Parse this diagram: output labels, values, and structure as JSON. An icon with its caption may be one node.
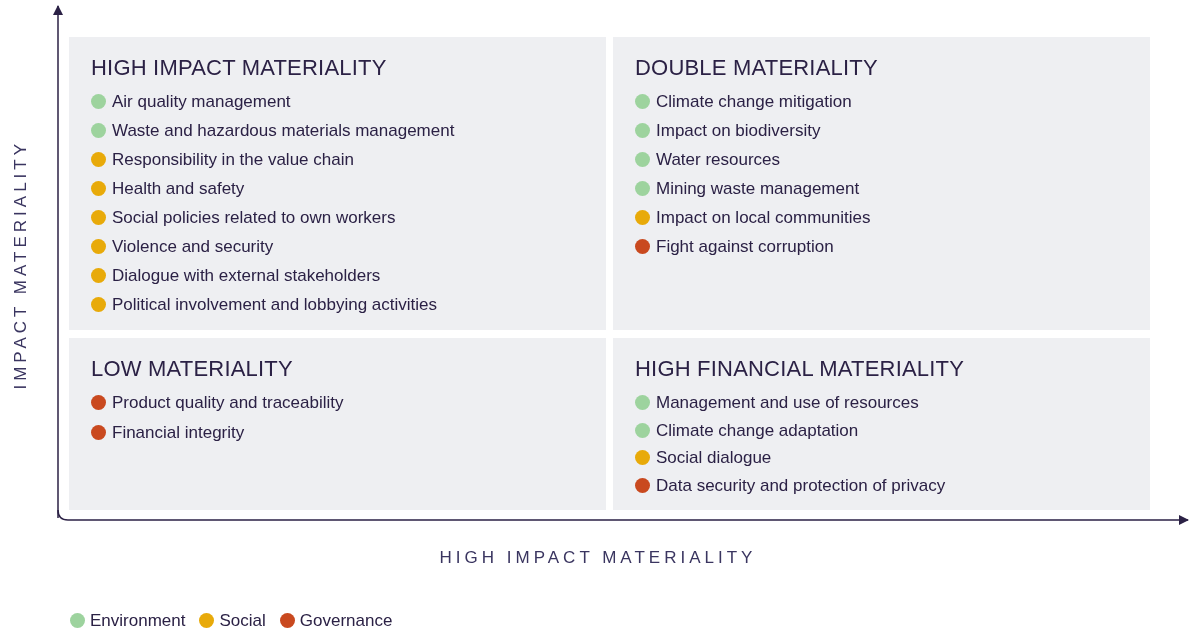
{
  "diagram": {
    "nodes": [
      {
        "text": [
          "HIGH IMPACT MATERIALITY"
        ]
      },
      {
        "text": [
          "Air quality management"
        ],
        "in": 0
      },
      {
        "text": [
          "Waste and hazardous materials management"
        ],
        "in": 0
      },
      {
        "text": [
          "Responsibility in the value chain"
        ],
        "in": 0
      },
      {
        "text": [
          "Health and safety"
        ],
        "in": 0
      },
      {
        "text": [
          "Social policies related to own workers"
        ],
        "in": 0
      },
      {
        "text": [
          "Violence and security"
        ],
        "in": 0
      },
      {
        "text": [
          "Dialogue with external stakeholders"
        ],
        "in": 0
      },
      {
        "text": [
          "Political involvement and lobbying activities"
        ],
        "in": 0
      },
      {
        "text": [
          "DOUBLE MATERIALITY"
        ]
      },
      {
        "text": [
          "Climate change mitigation"
        ],
        "in": 9
      },
      {
        "text": [
          "Impact on biodiversity"
        ],
        "in": 9
      },
      {
        "text": [
          "Water resources"
        ],
        "in": 9
      },
      {
        "text": [
          "Mining waste management"
        ],
        "in": 9
      },
      {
        "text": [
          "Impact on local communities"
        ],
        "in": 9
      },
      {
        "text": [
          "Fight against corruption"
        ],
        "in": 9
      },
      {
        "text": [
          "LOW MATERIALITY"
        ]
      },
      {
        "text": [
          "Product quality and traceability"
        ],
        "in": 16
      },
      {
        "text": [
          "Financial integrity"
        ],
        "in": 16
      },
      {
        "text": [
          "HIGH FINANCIAL MATERIALITY"
        ]
      },
      {
        "text": [
          "Management and use of resources"
        ],
        "in": 19
      },
      {
        "text": [
          "Climate change adaptation"
        ],
        "in": 19
      },
      {
        "text": [
          "Social dialogue"
        ],
        "in": 19
      },
      {
        "text": [
          "Data security and protection of privacy"
        ],
        "in": 19
      }
    ],
    "labels": [
      "IMPACT MATERIALITY",
      "HIGH IMPACT MATERIALITY"
    ],
    "legend": [
      {
        "text": "Environment",
        "color": "#9dd39e"
      },
      {
        "text": "Social",
        "color": "#e8aa0a"
      },
      {
        "text": "Governance",
        "color": "#c9491f"
      }
    ]
  }
}
